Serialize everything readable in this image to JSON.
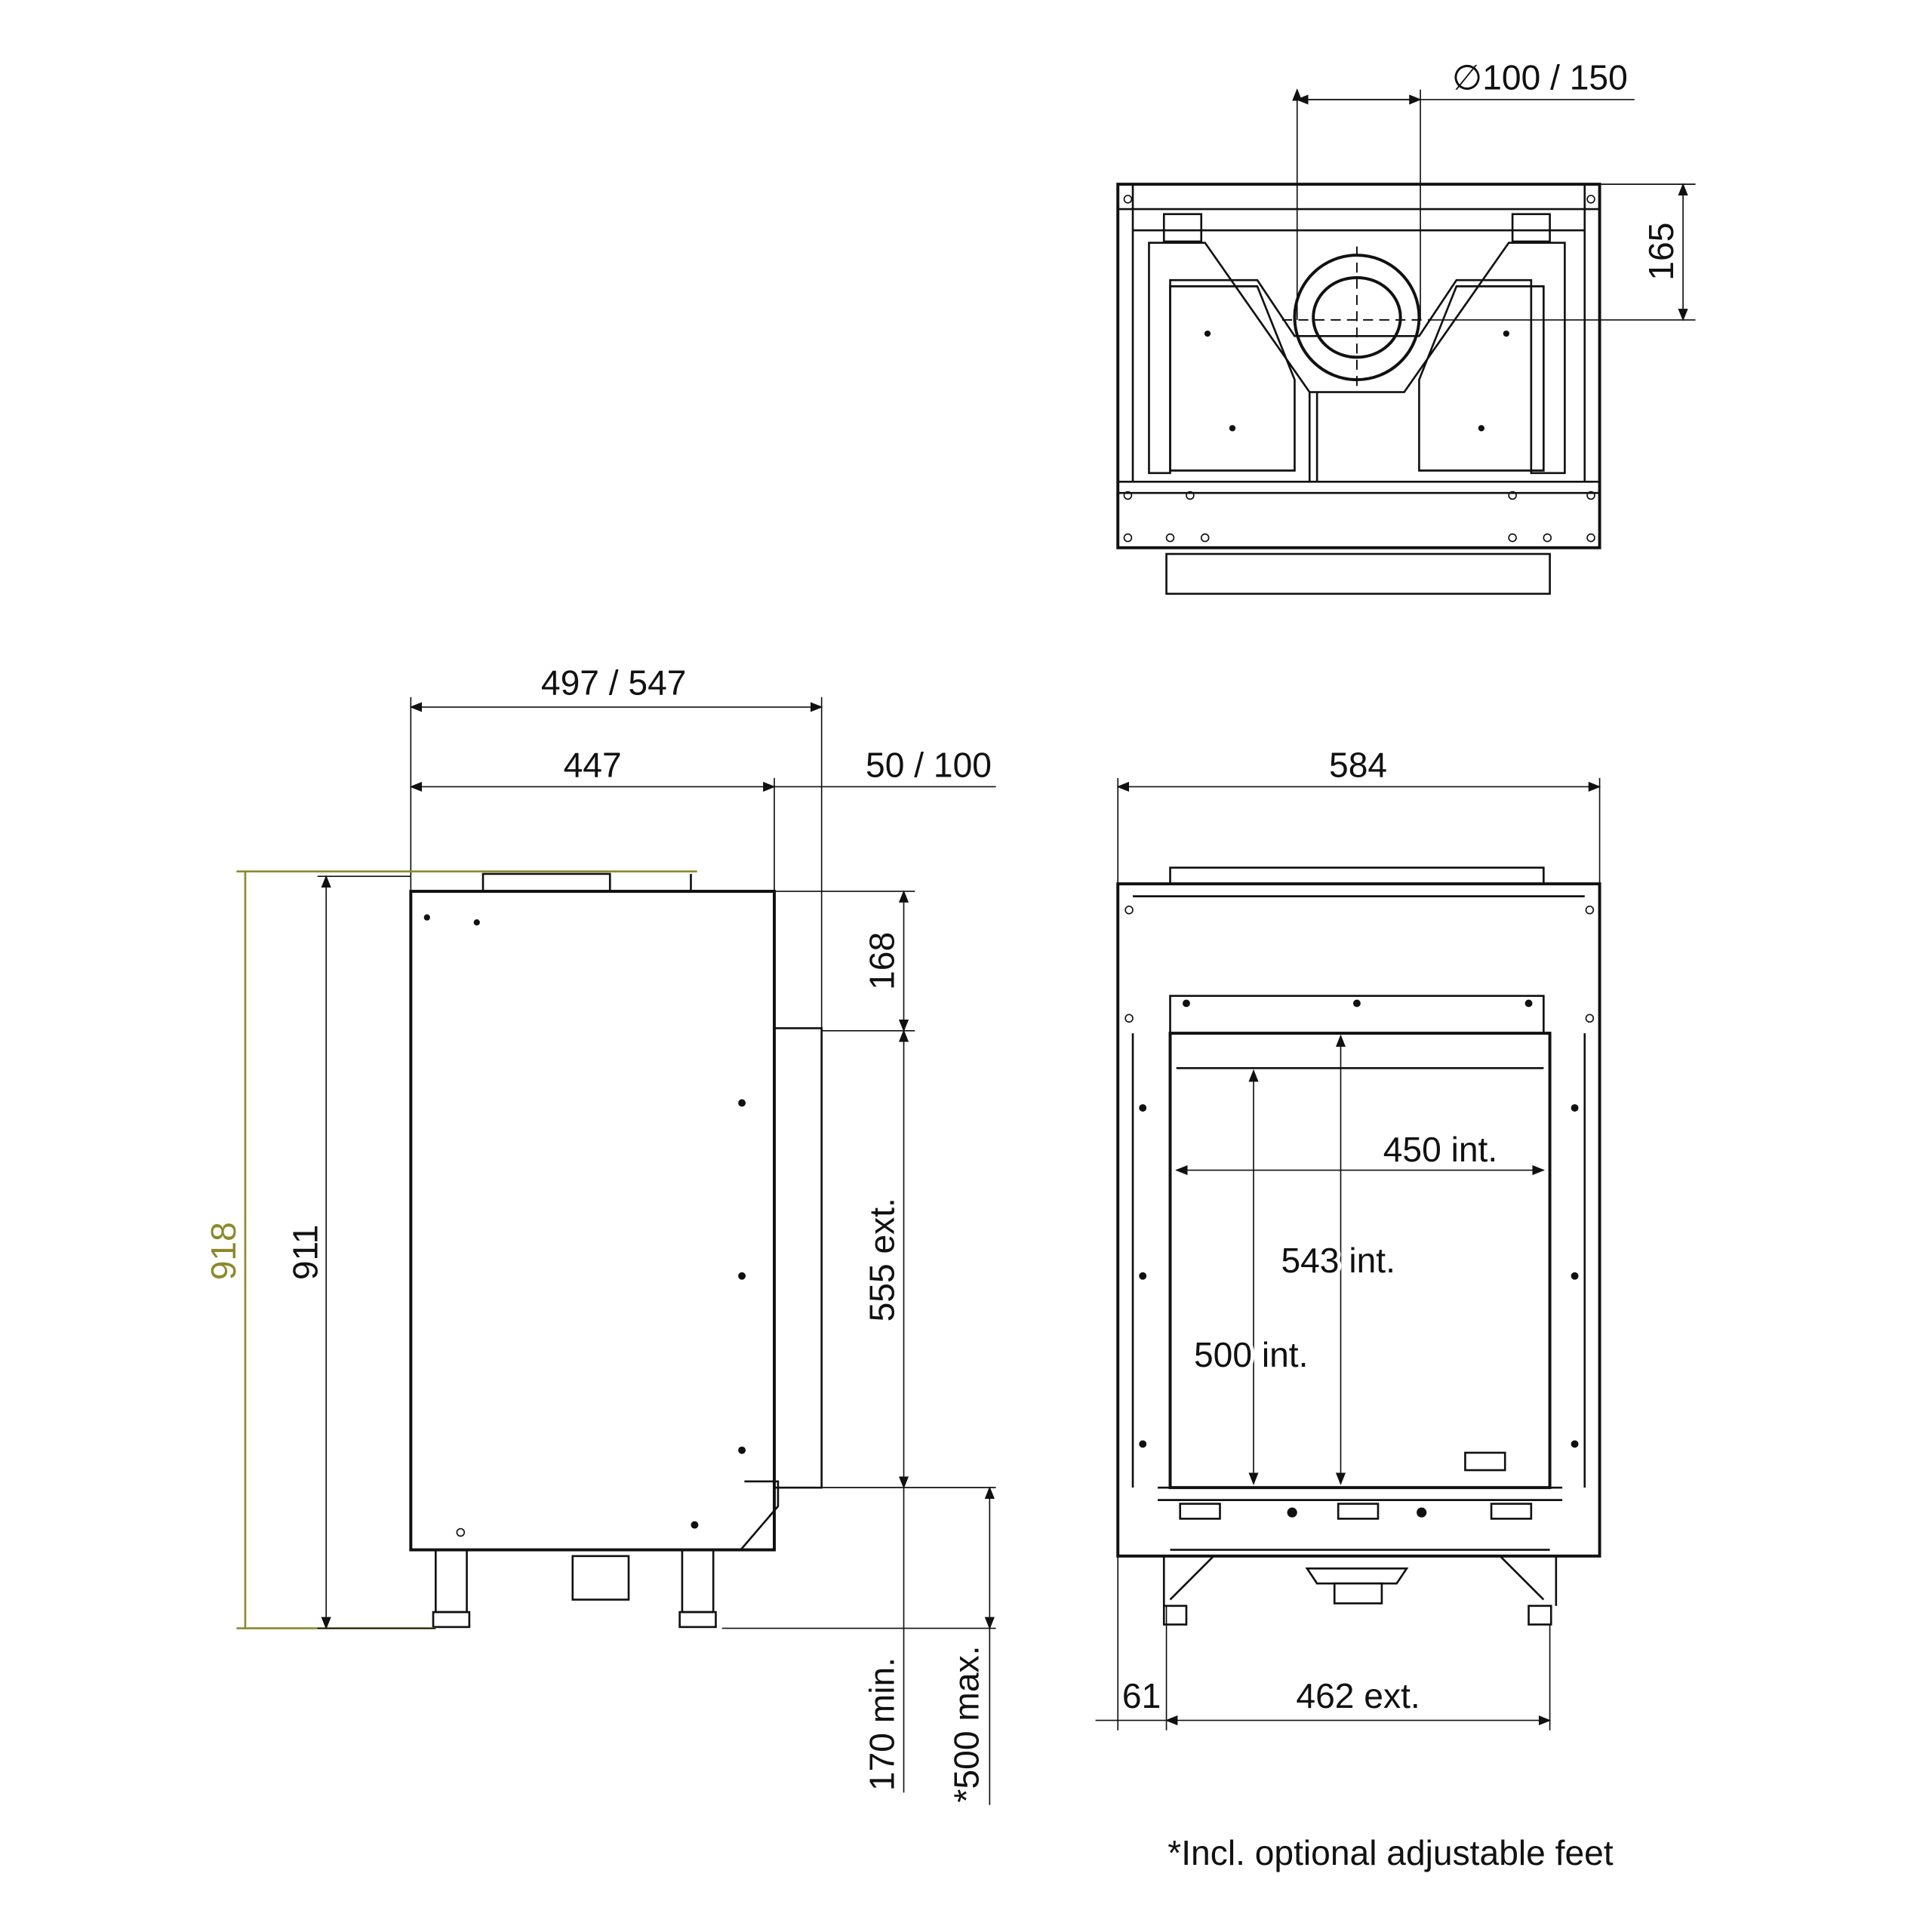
{
  "top_view": {
    "flue_diameter_label": "∅100 / 150",
    "flue_offset_label": "165"
  },
  "side_view": {
    "depth_total_label": "497 / 547",
    "depth_body_label": "447",
    "front_projection_label": "50 / 100",
    "height_total_label": "918",
    "height_body_label": "911",
    "top_section_label": "168",
    "opening_height_label": "555 ext.",
    "floor_min_label": "170 min.",
    "floor_max_label": "*500 max."
  },
  "front_view": {
    "width_label": "584",
    "int_width_label": "450 int.",
    "int_height_label": "543 int.",
    "int_glass_label": "500 int.",
    "side_offset_label": "61",
    "ext_width_label": "462 ext."
  },
  "footnote": "*Incl. optional adjustable feet",
  "colors": {
    "line": "#111111",
    "accent_dimension": "#8c8a2a"
  }
}
